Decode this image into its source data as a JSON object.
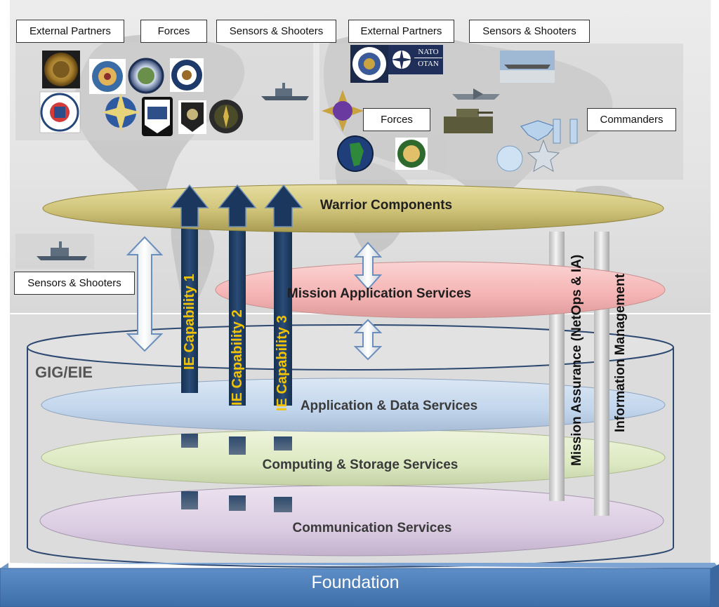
{
  "top_labels": {
    "external_partners_1": "External Partners",
    "forces_1": "Forces",
    "sensors_shooters_1": "Sensors & Shooters",
    "external_partners_2": "External Partners",
    "sensors_shooters_2": "Sensors & Shooters",
    "forces_2": "Forces",
    "commanders": "Commanders",
    "sensors_shooters_3": "Sensors & Shooters"
  },
  "layers": {
    "warrior": "Warrior Components",
    "mission_app": "Mission Application Services",
    "app_data": "Application & Data Services",
    "computing": "Computing & Storage Services",
    "communication": "Communication Services"
  },
  "gig_label": "GIG/EIE",
  "capabilities": [
    "IE Capability 1",
    "IE Capability 2",
    "IE Capability 3"
  ],
  "pillars": {
    "mission_assurance": "Mission Assurance (NetOps & IA)",
    "info_mgmt": "Information Management"
  },
  "foundation": "Foundation",
  "nato_text": [
    "NATO",
    "OTAN"
  ],
  "colors": {
    "capability_text": "#f2c300",
    "arrow_fill": "#1c375e",
    "foundation": "#4a7ab5"
  }
}
